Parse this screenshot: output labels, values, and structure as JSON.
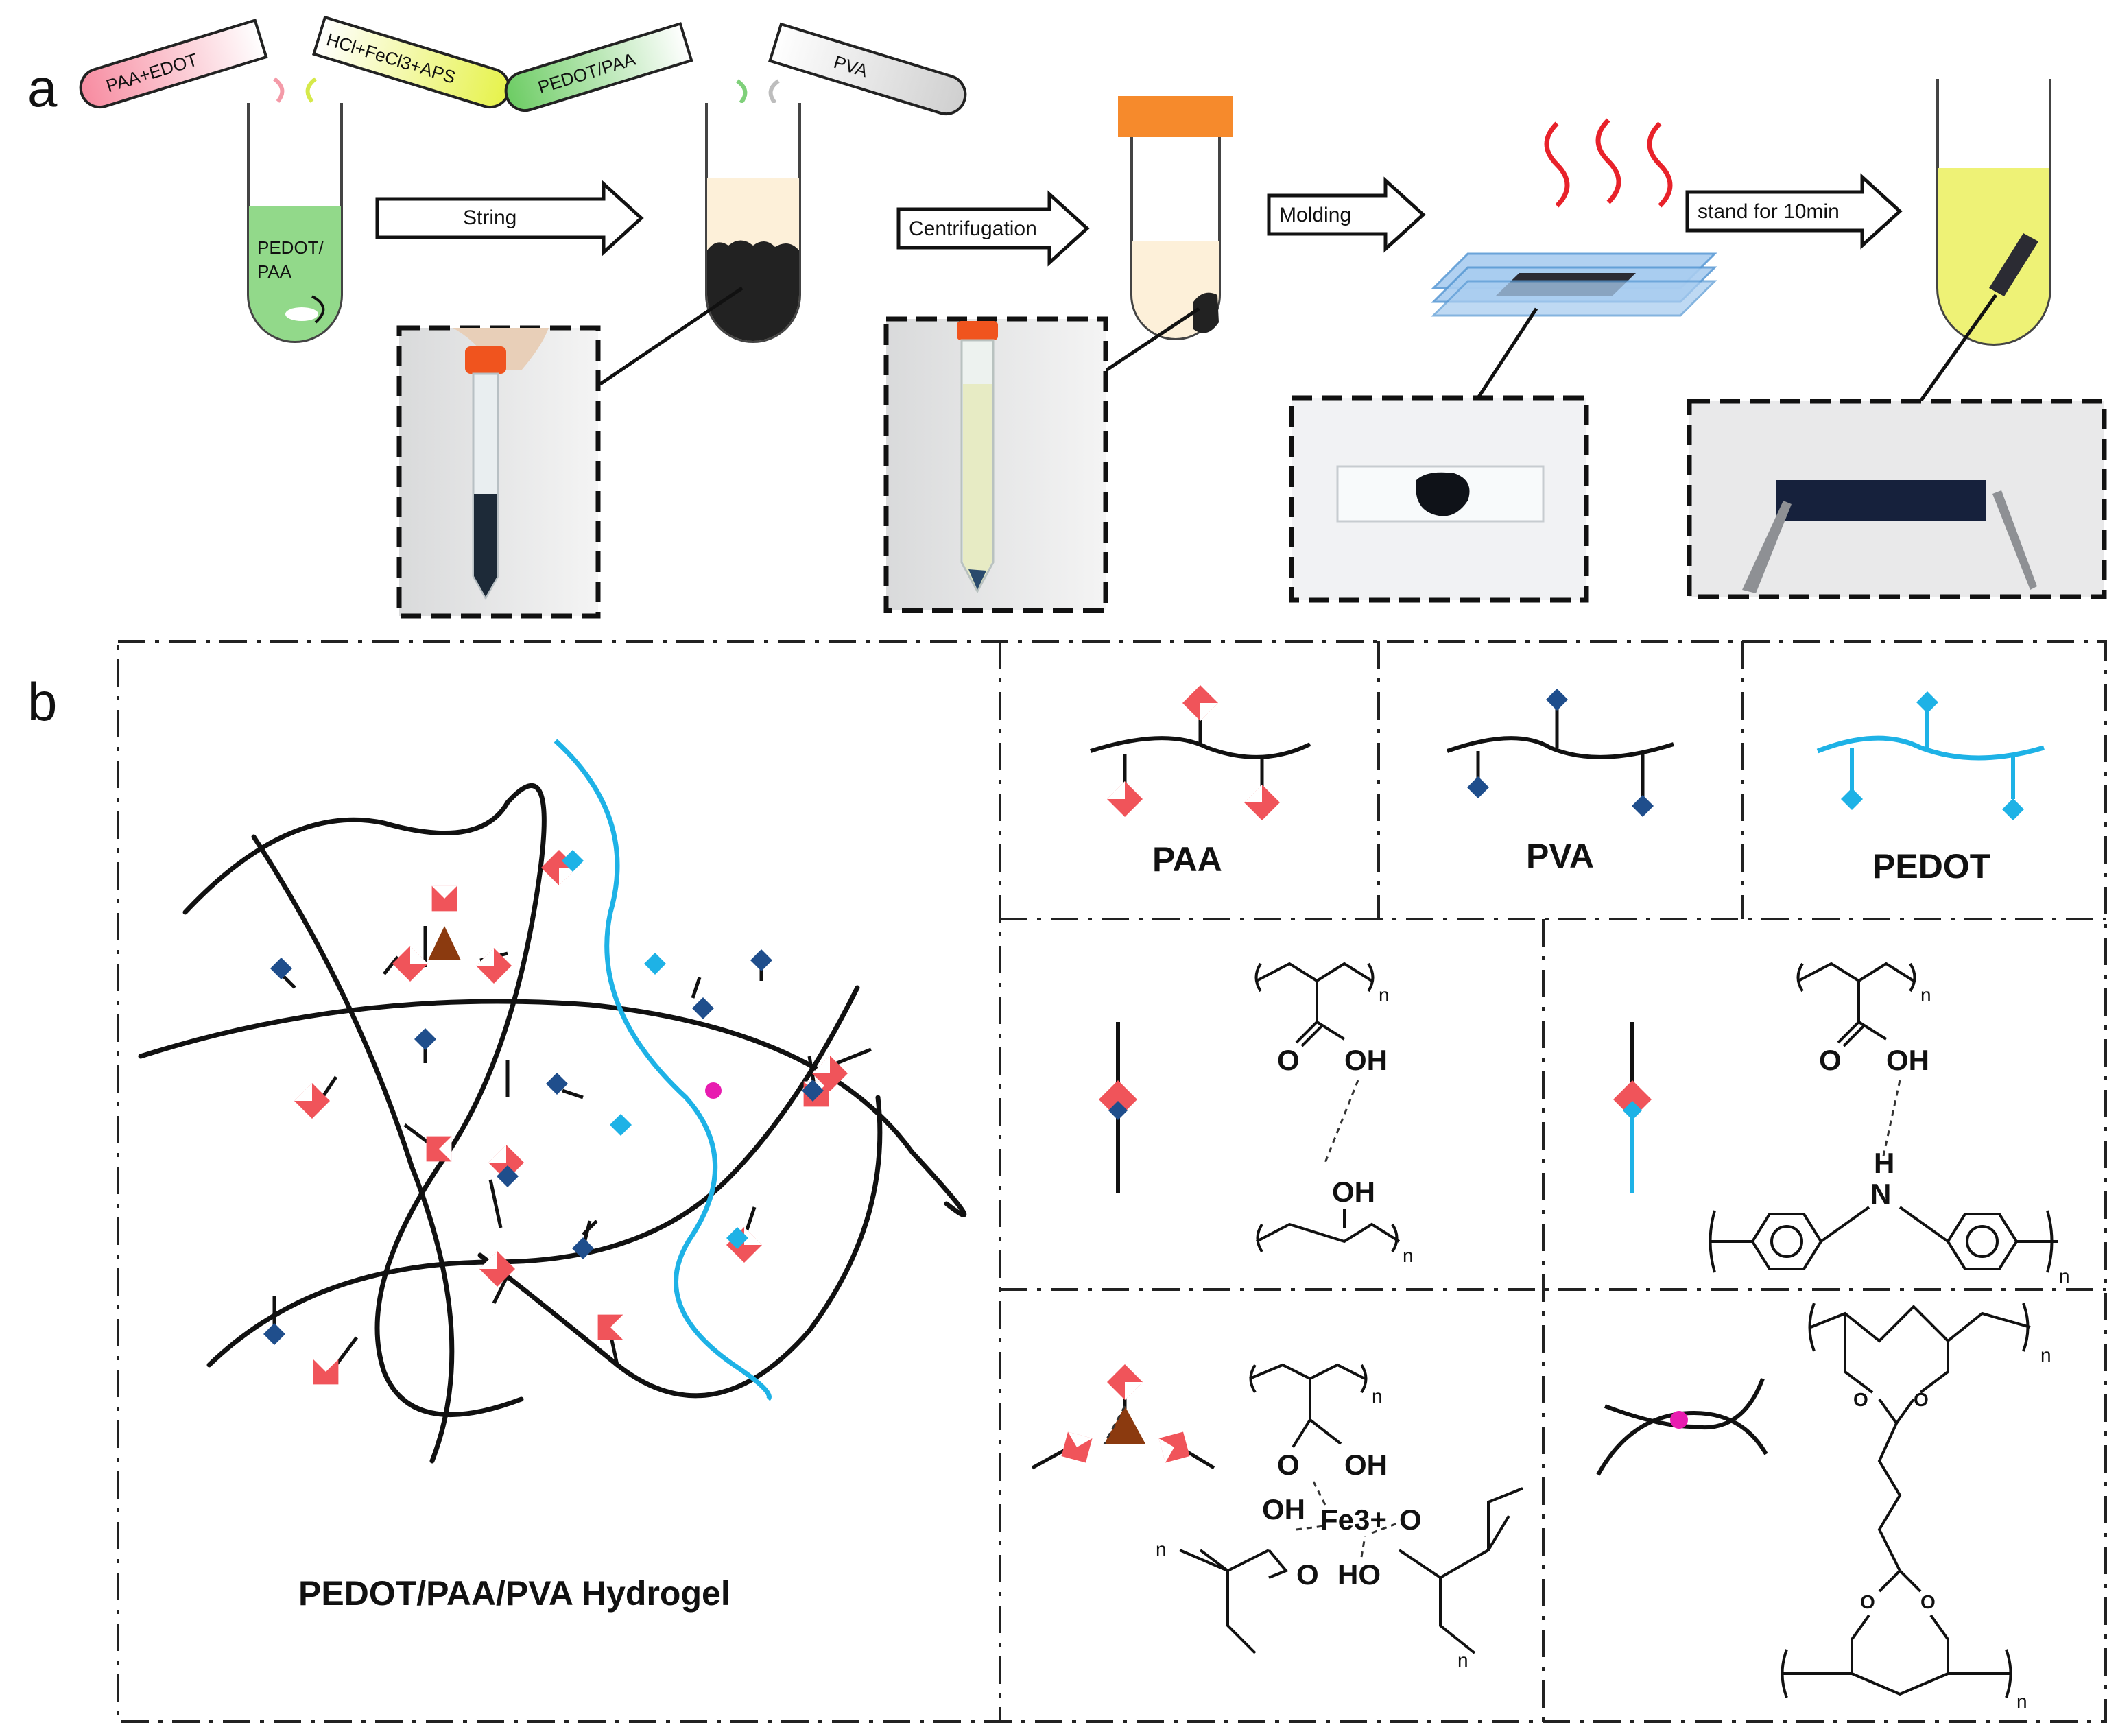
{
  "panels": {
    "a": "a",
    "b": "b"
  },
  "panel_a": {
    "tube_labels": {
      "paa_edot": "PAA+EDOT",
      "hcl_fecl3_aps": "HCl+FeCl3+APS",
      "pedot_paa_sol": "PEDOT/PAA",
      "pva": "PVA",
      "tube1_content_line1": "PEDOT/",
      "tube1_content_line2": "PAA"
    },
    "steps": [
      "String",
      "Centrifugation",
      "Molding",
      "stand for 10min"
    ]
  },
  "panel_b": {
    "network_label": "PEDOT/PAA/PVA Hydrogel",
    "legend": [
      "PAA",
      "PVA",
      "PEDOT"
    ],
    "chem": {
      "oh": "OH",
      "o": "O",
      "n": "n",
      "h": "H",
      "nitrogen": "N",
      "ho": "HO",
      "fe3": "Fe3+"
    }
  },
  "colors": {
    "paa_red": "#f0545a",
    "pva_blue": "#1f4e8c",
    "pedot_cyan": "#1eb2e6",
    "fe_brown": "#8b3a0f",
    "crosslink_magenta": "#e81cb0",
    "tube_green": "#92d98a",
    "tube_yellow": "#eef276",
    "tube_beige": "#fdf0d9",
    "cap_orange": "#f68a2c",
    "glass_blue": "#a9cdf0"
  }
}
